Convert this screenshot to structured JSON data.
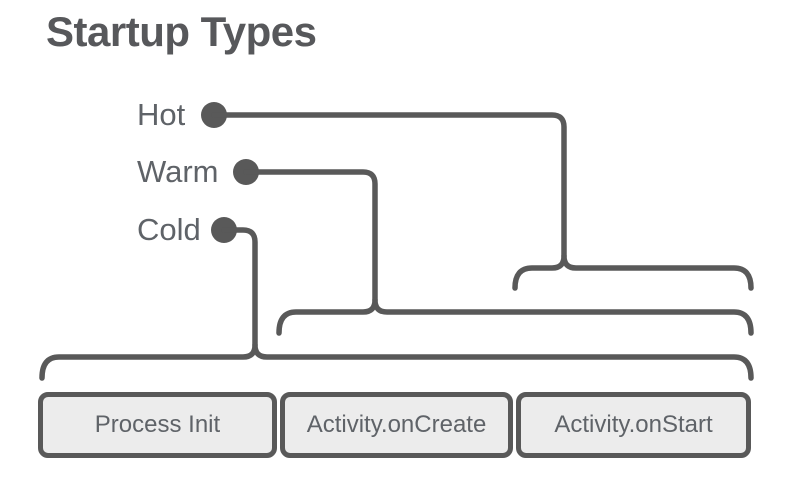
{
  "title": "Startup Types",
  "diagram": {
    "startup_types": [
      {
        "label": "Hot",
        "covers": [
          "Activity.onStart"
        ]
      },
      {
        "label": "Warm",
        "covers": [
          "Activity.onCreate",
          "Activity.onStart"
        ]
      },
      {
        "label": "Cold",
        "covers": [
          "Process Init",
          "Activity.onCreate",
          "Activity.onStart"
        ]
      }
    ],
    "stages": [
      {
        "label": "Process Init"
      },
      {
        "label": "Activity.onCreate"
      },
      {
        "label": "Activity.onStart"
      }
    ]
  },
  "colors": {
    "line": "#595959",
    "label_text": "#5f6368",
    "title_text": "#57585b",
    "box_fill": "#ececec",
    "box_border": "#595959",
    "background": "#ffffff"
  }
}
